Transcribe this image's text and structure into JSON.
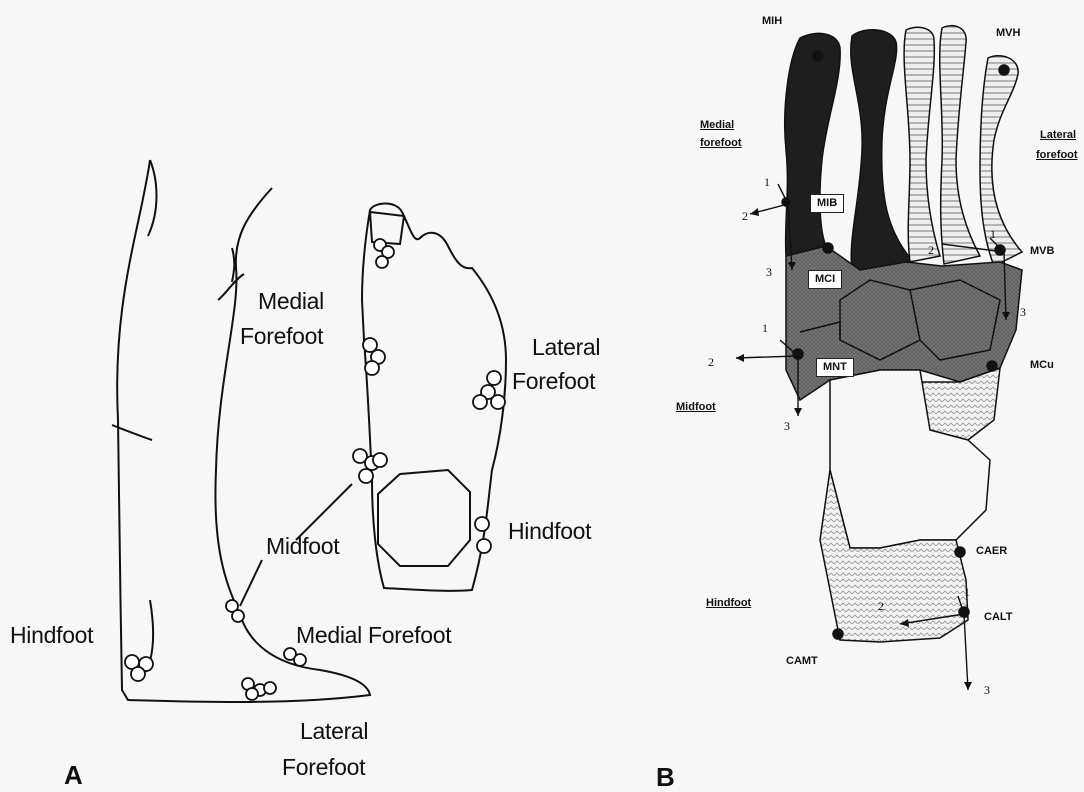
{
  "panel_a": {
    "letter": "A",
    "labels": {
      "medial_forefoot_top_line1": "Medial",
      "medial_forefoot_top_line2": "Forefoot",
      "lateral_forefoot_top_line1": "Lateral",
      "lateral_forefoot_top_line2": "Forefoot",
      "hindfoot_right": "Hindfoot",
      "midfoot": "Midfoot",
      "hindfoot_left": "Hindfoot",
      "medial_forefoot_bottom": "Medial Forefoot",
      "lateral_forefoot_bottom_line1": "Lateral",
      "lateral_forefoot_bottom_line2": "Forefoot"
    }
  },
  "panel_b": {
    "letter": "B",
    "markers": {
      "mih": "MIH",
      "mvh": "MVH",
      "mib": "MIB",
      "mci": "MCI",
      "mvb": "MVB",
      "mnt": "MNT",
      "mcu": "MCu",
      "caer": "CAER",
      "calt": "CALT",
      "camt": "CAMT"
    },
    "regions": {
      "medial_forefoot_line1": "Medial",
      "medial_forefoot_line2": "forefoot",
      "lateral_forefoot_line1": "Lateral",
      "lateral_forefoot_line2": "forefoot",
      "midfoot": "Midfoot",
      "hindfoot": "Hindfoot"
    },
    "axes": {
      "one": "1",
      "two": "2",
      "three": "3"
    }
  },
  "colors": {
    "bone_dark": "#1e1e1e",
    "bone_gray": "#8a8a8a",
    "bone_light_hatch": "#dcdcdc",
    "bone_dotted": "#e6e6e6",
    "background": "#f7f7f7"
  }
}
